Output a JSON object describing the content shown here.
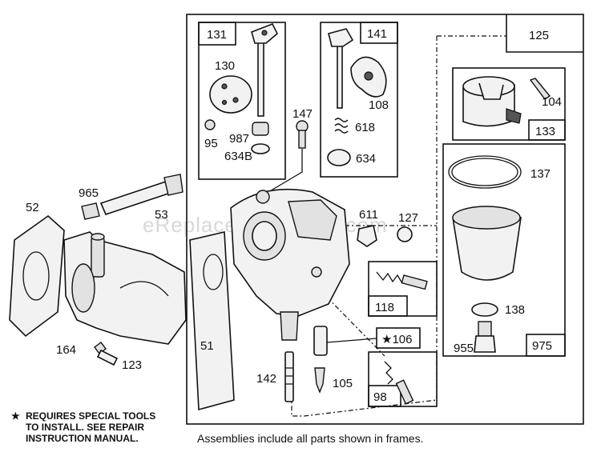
{
  "watermark": "eReplacementParts.com",
  "note": {
    "star": "★",
    "line1": "REQUIRES SPECIAL TOOLS",
    "line2": "TO INSTALL.  SEE REPAIR",
    "line3": "INSTRUCTION MANUAL."
  },
  "caption": "Assemblies include all parts shown in frames.",
  "boxes": {
    "b131": "131",
    "b141": "141",
    "b125": "125",
    "b133": "133",
    "b975": "975",
    "b118": "118",
    "b106": "★106",
    "b98": "98"
  },
  "parts": {
    "p130": "130",
    "p95": "95",
    "p987": "987",
    "p634b": "634B",
    "p108": "108",
    "p618": "618",
    "p634": "634",
    "p147": "147",
    "p104": "104",
    "p137": "137",
    "p138": "138",
    "p955": "955",
    "p965": "965",
    "p52": "52",
    "p53": "53",
    "p611": "611",
    "p127": "127",
    "p164": "164",
    "p123": "123",
    "p51": "51",
    "p142": "142",
    "p105": "105"
  }
}
